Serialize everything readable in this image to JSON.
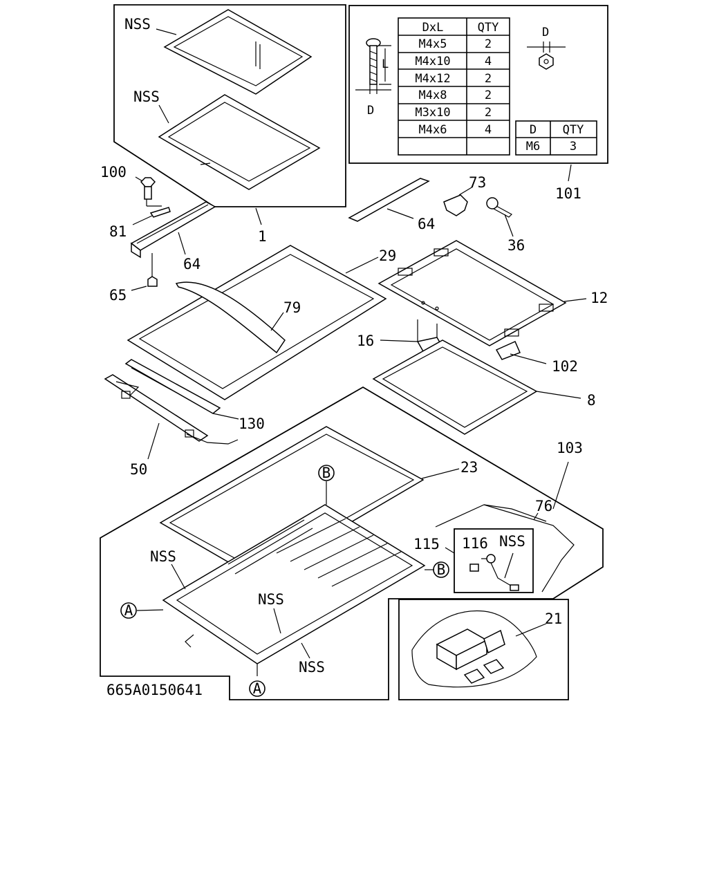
{
  "drawing_number": "665A0150641",
  "callouts": {
    "nss_top_glass": "NSS",
    "nss_top_seal": "NSS",
    "p1": "1",
    "p100": "100",
    "p81": "81",
    "p64_left": "64",
    "p65": "65",
    "p29": "29",
    "p79": "79",
    "p130": "130",
    "p50": "50",
    "p64_right": "64",
    "p73": "73",
    "p36": "36",
    "p12": "12",
    "p16": "16",
    "p102": "102",
    "p8": "8",
    "p101": "101",
    "p103": "103",
    "p23": "23",
    "p76": "76",
    "p115": "115",
    "p116": "116",
    "nss_harness": "NSS",
    "nss_frame_left": "NSS",
    "nss_frame_center": "NSS",
    "nss_frame_bottom": "NSS",
    "p21": "21",
    "circle_b_top": "B",
    "circle_b_right": "B",
    "circle_a_left": "A",
    "circle_a_bottom": "A"
  },
  "screw_table": {
    "headers": [
      "DxL",
      "QTY"
    ],
    "rows": [
      [
        "M4x5",
        "2"
      ],
      [
        "M4x10",
        "4"
      ],
      [
        "M4x12",
        "2"
      ],
      [
        "M4x8",
        "2"
      ],
      [
        "M3x10",
        "2"
      ],
      [
        "M4x6",
        "4"
      ],
      [
        "",
        ""
      ]
    ],
    "dim_d": "D",
    "dim_l": "L"
  },
  "nut_table": {
    "headers": [
      "D",
      "QTY"
    ],
    "rows": [
      [
        "M6",
        "3"
      ]
    ],
    "dim_d": "D"
  }
}
